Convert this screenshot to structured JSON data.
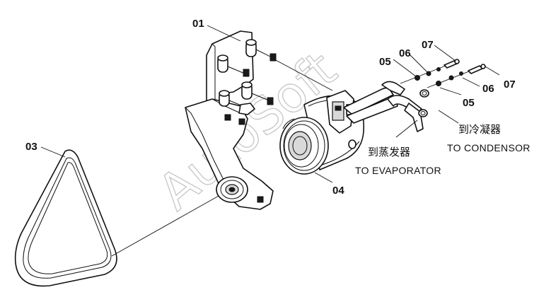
{
  "watermark": "AutoSoft",
  "parts": {
    "p01": "01",
    "p03": "03",
    "p04": "04",
    "p05a": "05",
    "p05b": "05",
    "p06a": "06",
    "p06b": "06",
    "p07a": "07",
    "p07b": "07"
  },
  "labels": {
    "evaporator_cn": "到蒸发器",
    "evaporator_en": "TO EVAPORATOR",
    "condensor_cn": "到冷凝器",
    "condensor_en": "TO CONDENSOR"
  }
}
